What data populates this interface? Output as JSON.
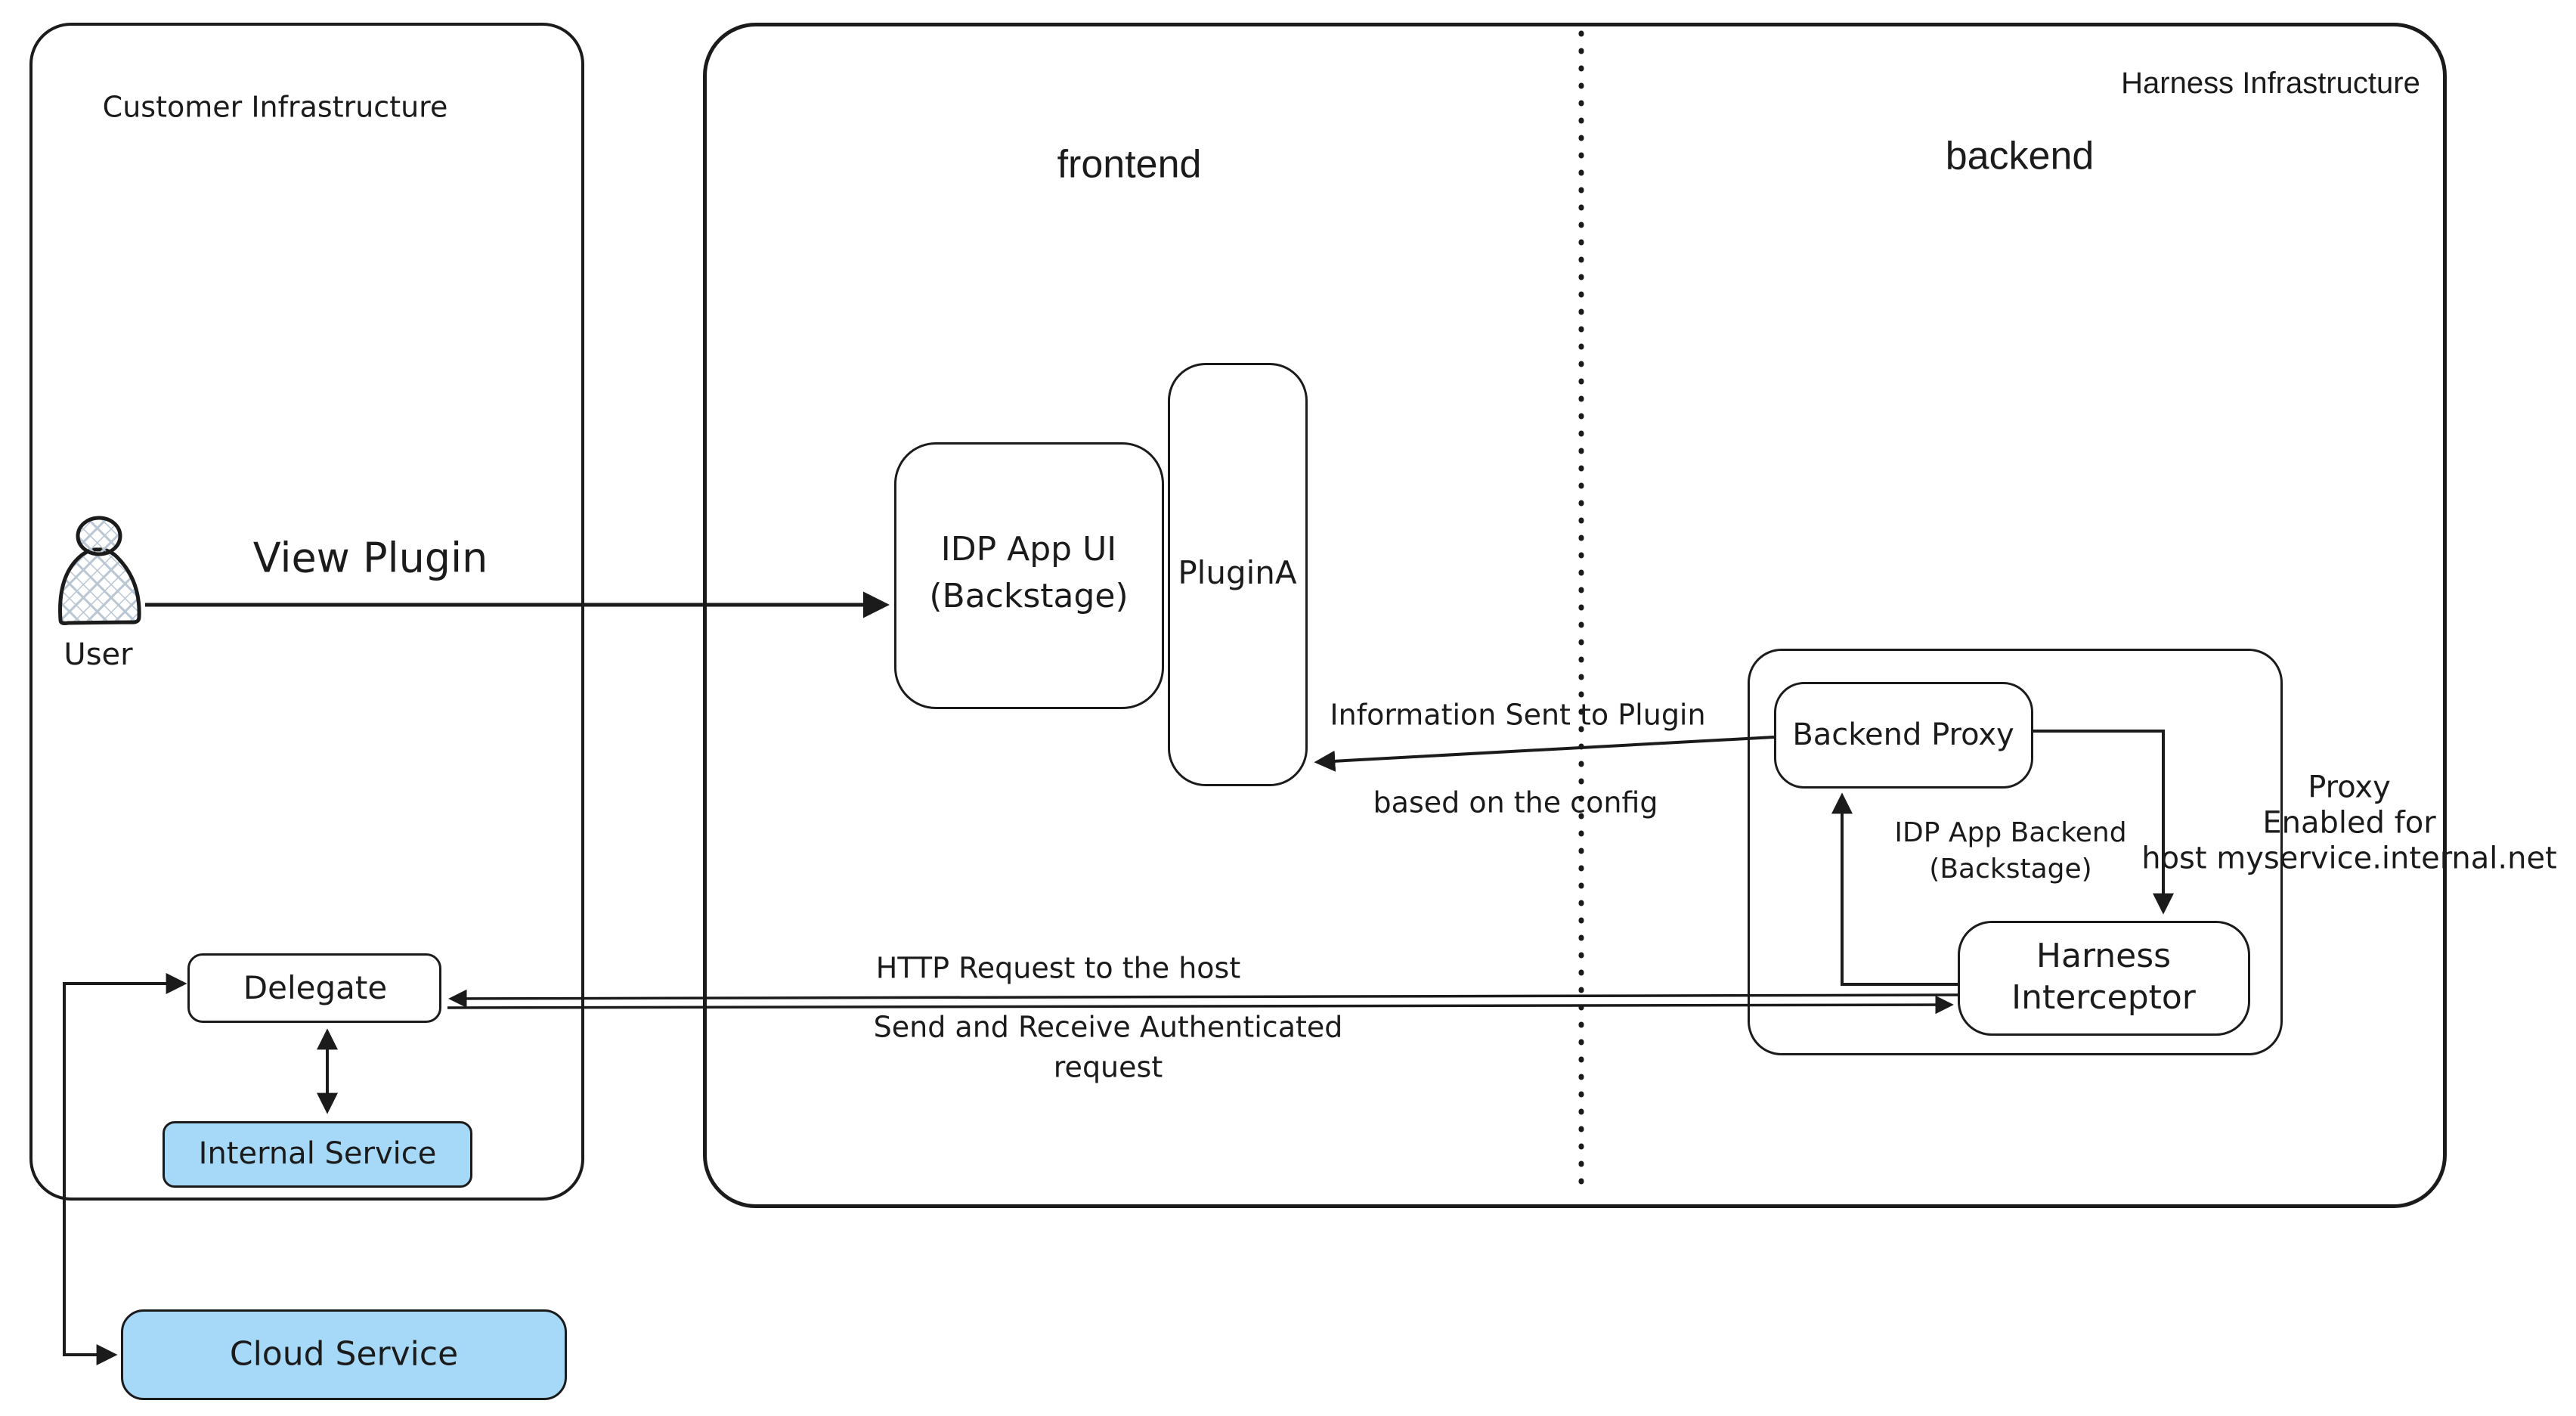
{
  "colors": {
    "stroke": "#1b1b1b",
    "service_fill": "#a6d9f7",
    "hatch": "#b9c6d3",
    "background": "#ffffff"
  },
  "regions": {
    "customer": {
      "label": "Customer Infrastructure"
    },
    "harness": {
      "label": "Harness Infrastructure"
    },
    "frontend": {
      "label": "frontend"
    },
    "backend": {
      "label": "backend"
    }
  },
  "nodes": {
    "user": {
      "label": "User",
      "icon": "person-icon"
    },
    "idp_app_ui": {
      "line1": "IDP App UI",
      "line2": "(Backstage)"
    },
    "plugin_a": {
      "label": "PluginA"
    },
    "backend_proxy": {
      "label": "Backend Proxy"
    },
    "idp_app_backend": {
      "line1": "IDP App Backend",
      "line2": "(Backstage)"
    },
    "harness_interceptor": {
      "line1": "Harness",
      "line2": "Interceptor"
    },
    "delegate": {
      "label": "Delegate"
    },
    "internal_service": {
      "label": "Internal Service"
    },
    "cloud_service": {
      "label": "Cloud Service"
    }
  },
  "edges": {
    "view_plugin": {
      "label": "View Plugin"
    },
    "information": {
      "line1": "Information Sent to Plugin",
      "line2": "based on the config"
    },
    "http_request": {
      "label": "HTTP Request to the host"
    },
    "send_receive": {
      "line1": "Send and Receive Authenticated",
      "line2": "request"
    },
    "proxy_enabled": {
      "line1": "Proxy",
      "line2": "Enabled for",
      "line3": "host myservice.internal.net"
    }
  }
}
